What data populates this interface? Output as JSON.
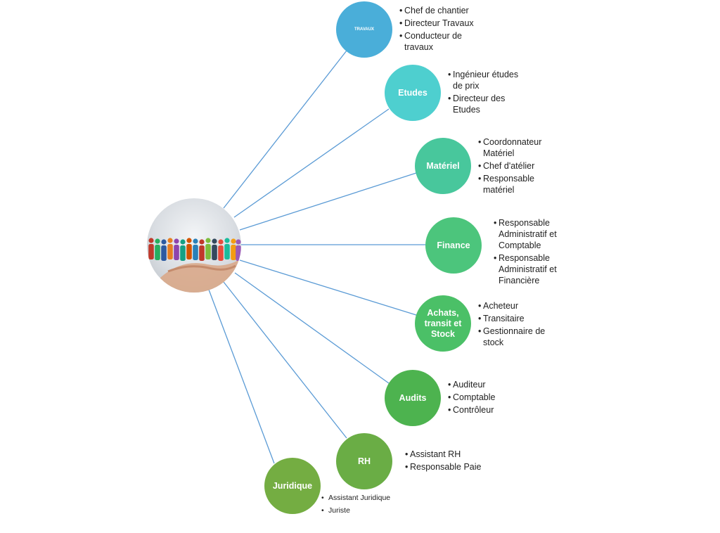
{
  "colors": {
    "line": "#5b9bd5",
    "text": "#222222",
    "node_text": "#ffffff"
  },
  "hub": {
    "icon": "people-in-hand-photo"
  },
  "nodes": [
    {
      "id": "travaux",
      "label": "TRAVAUX",
      "color": "#4aaed9",
      "roles": [
        "Chef de chantier",
        "Directeur Travaux",
        "Conducteur de travaux"
      ]
    },
    {
      "id": "etudes",
      "label": "Etudes",
      "color": "#4ecfcf",
      "roles": [
        "Ingénieur études de prix",
        "Directeur des Etudes"
      ]
    },
    {
      "id": "materiel",
      "label": "Matériel",
      "color": "#48c79c",
      "roles": [
        "Coordonnateur Matériel",
        "Chef d'atélier",
        "Responsable matériel"
      ]
    },
    {
      "id": "finance",
      "label": "Finance",
      "color": "#4cc57c",
      "roles": [
        "Responsable Administratif et Comptable",
        "Responsable Administratif et Financière"
      ]
    },
    {
      "id": "achats",
      "label": "Achats,\ntransit et\nStock",
      "color": "#4bc067",
      "roles": [
        "Acheteur",
        "Transitaire",
        "Gestionnaire de stock"
      ]
    },
    {
      "id": "audits",
      "label": "Audits",
      "color": "#4db34f",
      "roles": [
        "Auditeur",
        "Comptable",
        "Contrôleur"
      ]
    },
    {
      "id": "rh",
      "label": "RH",
      "color": "#6aad45",
      "roles": [
        "Assistant RH",
        "Responsable Paie"
      ]
    },
    {
      "id": "juridique",
      "label": "Juridique",
      "color": "#74ad42",
      "roles": [
        "Assistant Juridique",
        "Juriste"
      ]
    }
  ]
}
